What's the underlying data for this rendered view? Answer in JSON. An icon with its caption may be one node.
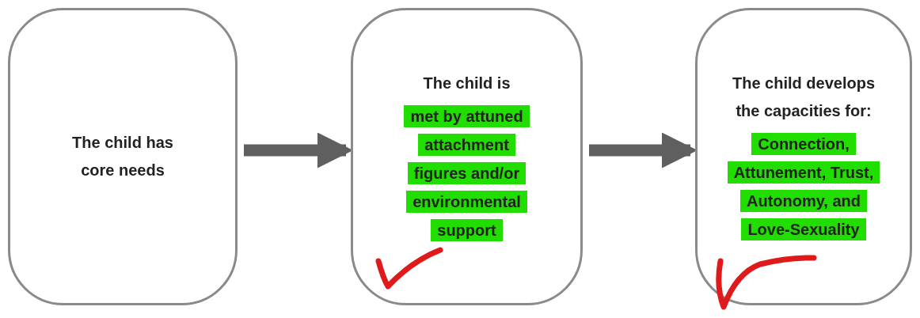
{
  "diagram": {
    "nodes": [
      {
        "text": [
          "The child has core needs"
        ]
      },
      {
        "text": [
          "The child is",
          "met by attuned attachment figures and/or environmental support"
        ]
      },
      {
        "text": [
          "The child develops the capacities for:",
          "Connection, Attunement, Trust, Autonomy, and Love-Sexuality"
        ]
      }
    ],
    "edges": [
      {
        "from": 0,
        "to": 1,
        "arrow": "to"
      },
      {
        "from": 1,
        "to": 2,
        "arrow": "to"
      }
    ]
  }
}
